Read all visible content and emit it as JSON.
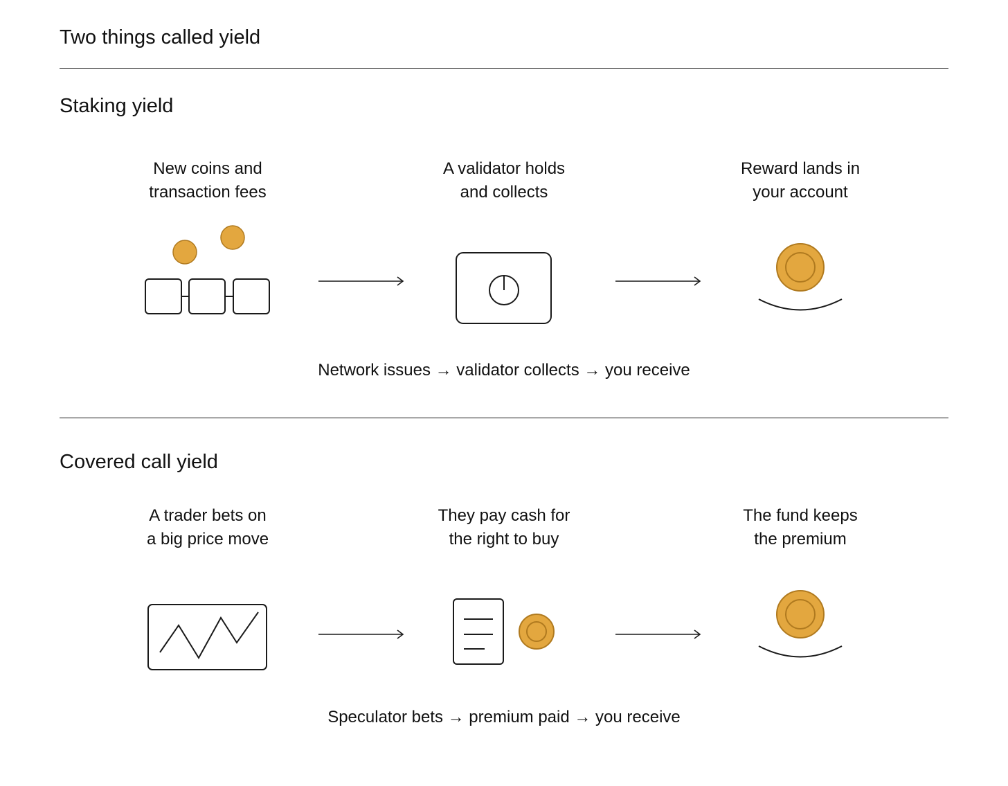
{
  "title": "Two things called yield",
  "sections": [
    {
      "heading": "Staking yield",
      "steps": [
        {
          "label": "New coins and\ntransaction fees",
          "icon": "coins-and-blocks-icon"
        },
        {
          "label": "A validator holds\nand collects",
          "icon": "validator-safe-icon"
        },
        {
          "label": "Reward lands in\nyour account",
          "icon": "coin-in-hand-icon"
        }
      ],
      "flow": "Network issues → validator collects → you receive"
    },
    {
      "heading": "Covered call yield",
      "steps": [
        {
          "label": "A trader bets on\na big price move",
          "icon": "price-chart-icon"
        },
        {
          "label": "They pay cash for\nthe right to buy",
          "icon": "contract-and-coin-icon"
        },
        {
          "label": "The fund keeps\nthe premium",
          "icon": "coin-in-hand-icon"
        }
      ],
      "flow": "Speculator bets → premium paid → you receive"
    }
  ],
  "colors": {
    "coin_fill": "#E3A73F",
    "coin_stroke": "#B07A1F",
    "line": "#1a1a1a"
  }
}
